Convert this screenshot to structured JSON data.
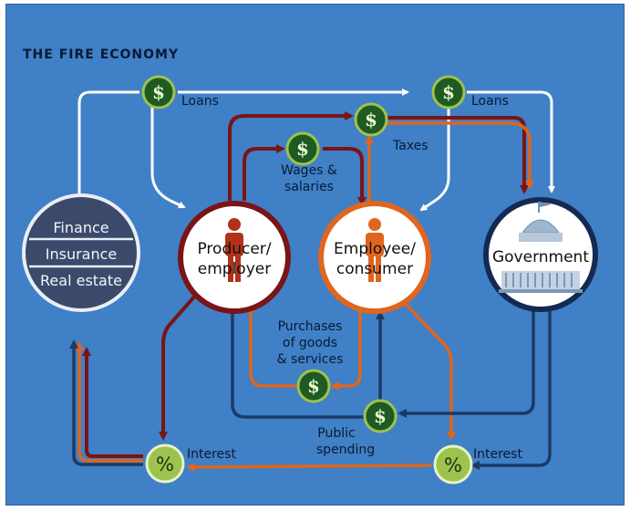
{
  "title": "THE FIRE ECONOMY",
  "nodes": {
    "finance": [
      "Finance",
      "Insurance",
      "Real estate"
    ],
    "producer": [
      "Producer/",
      "employer"
    ],
    "employee": [
      "Employee/",
      "consumer"
    ],
    "government": "Government"
  },
  "flows": {
    "loans_left": "Loans",
    "loans_right": "Loans",
    "taxes": "Taxes",
    "wages": [
      "Wages &",
      "salaries"
    ],
    "purchases": [
      "Purchases",
      "of goods",
      "& services"
    ],
    "public_spending": [
      "Public",
      "spending"
    ],
    "interest_left": "Interest",
    "interest_right": "Interest"
  },
  "symbols": {
    "dollar": "$",
    "percent": "%"
  },
  "colors": {
    "background": "#3f80c6",
    "finance_fill": "#3b4a6b",
    "producer_ring": "#7a1416",
    "employee_ring": "#e0651e",
    "government_ring": "#142a52",
    "arrow_white": "#ffffff",
    "arrow_darkred": "#7a1416",
    "arrow_orange": "#e0651e",
    "arrow_navy": "#1b3a66",
    "dollar_coin": "#1f5a23",
    "percent_coin": "#9ec24e"
  }
}
